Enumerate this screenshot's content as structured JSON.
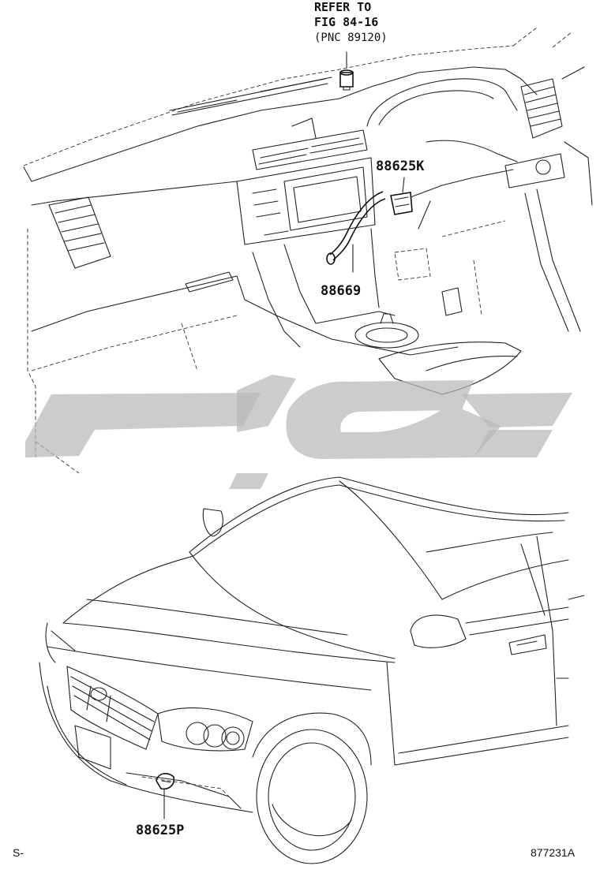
{
  "reference": {
    "line1": "REFER TO",
    "line2": "FIG 84-16",
    "line3": "(PNC 89120)"
  },
  "parts": {
    "sensor_upper": "88625K",
    "hose": "88669",
    "sensor_front": "88625P"
  },
  "footer": {
    "left_code": "S-",
    "figure_id": "877231A"
  },
  "colors": {
    "line": "#222222",
    "watermark": "#b8b8b8",
    "background": "#ffffff"
  }
}
